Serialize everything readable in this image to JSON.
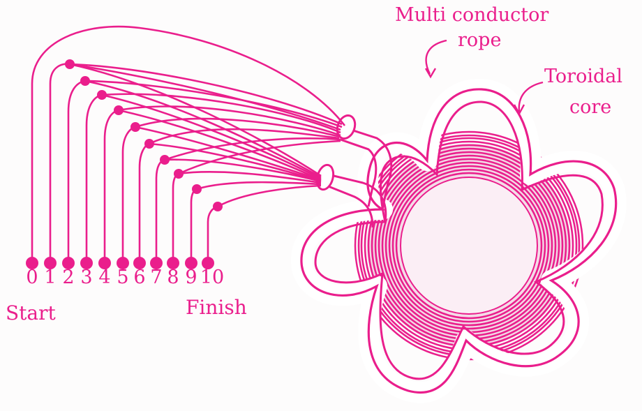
{
  "labels": {
    "multi_conductor": "Multi conductor",
    "rope": "rope",
    "toroidal": "Toroidal",
    "core": "core",
    "start": "Start",
    "finish": "Finish"
  },
  "terminals": [
    "0",
    "1",
    "2",
    "3",
    "4",
    "5",
    "6",
    "7",
    "8",
    "9",
    "10"
  ],
  "colors": {
    "ink": "#ea1e8c",
    "core_fill": "#f7e4ee",
    "background": "#fdfcfc"
  }
}
